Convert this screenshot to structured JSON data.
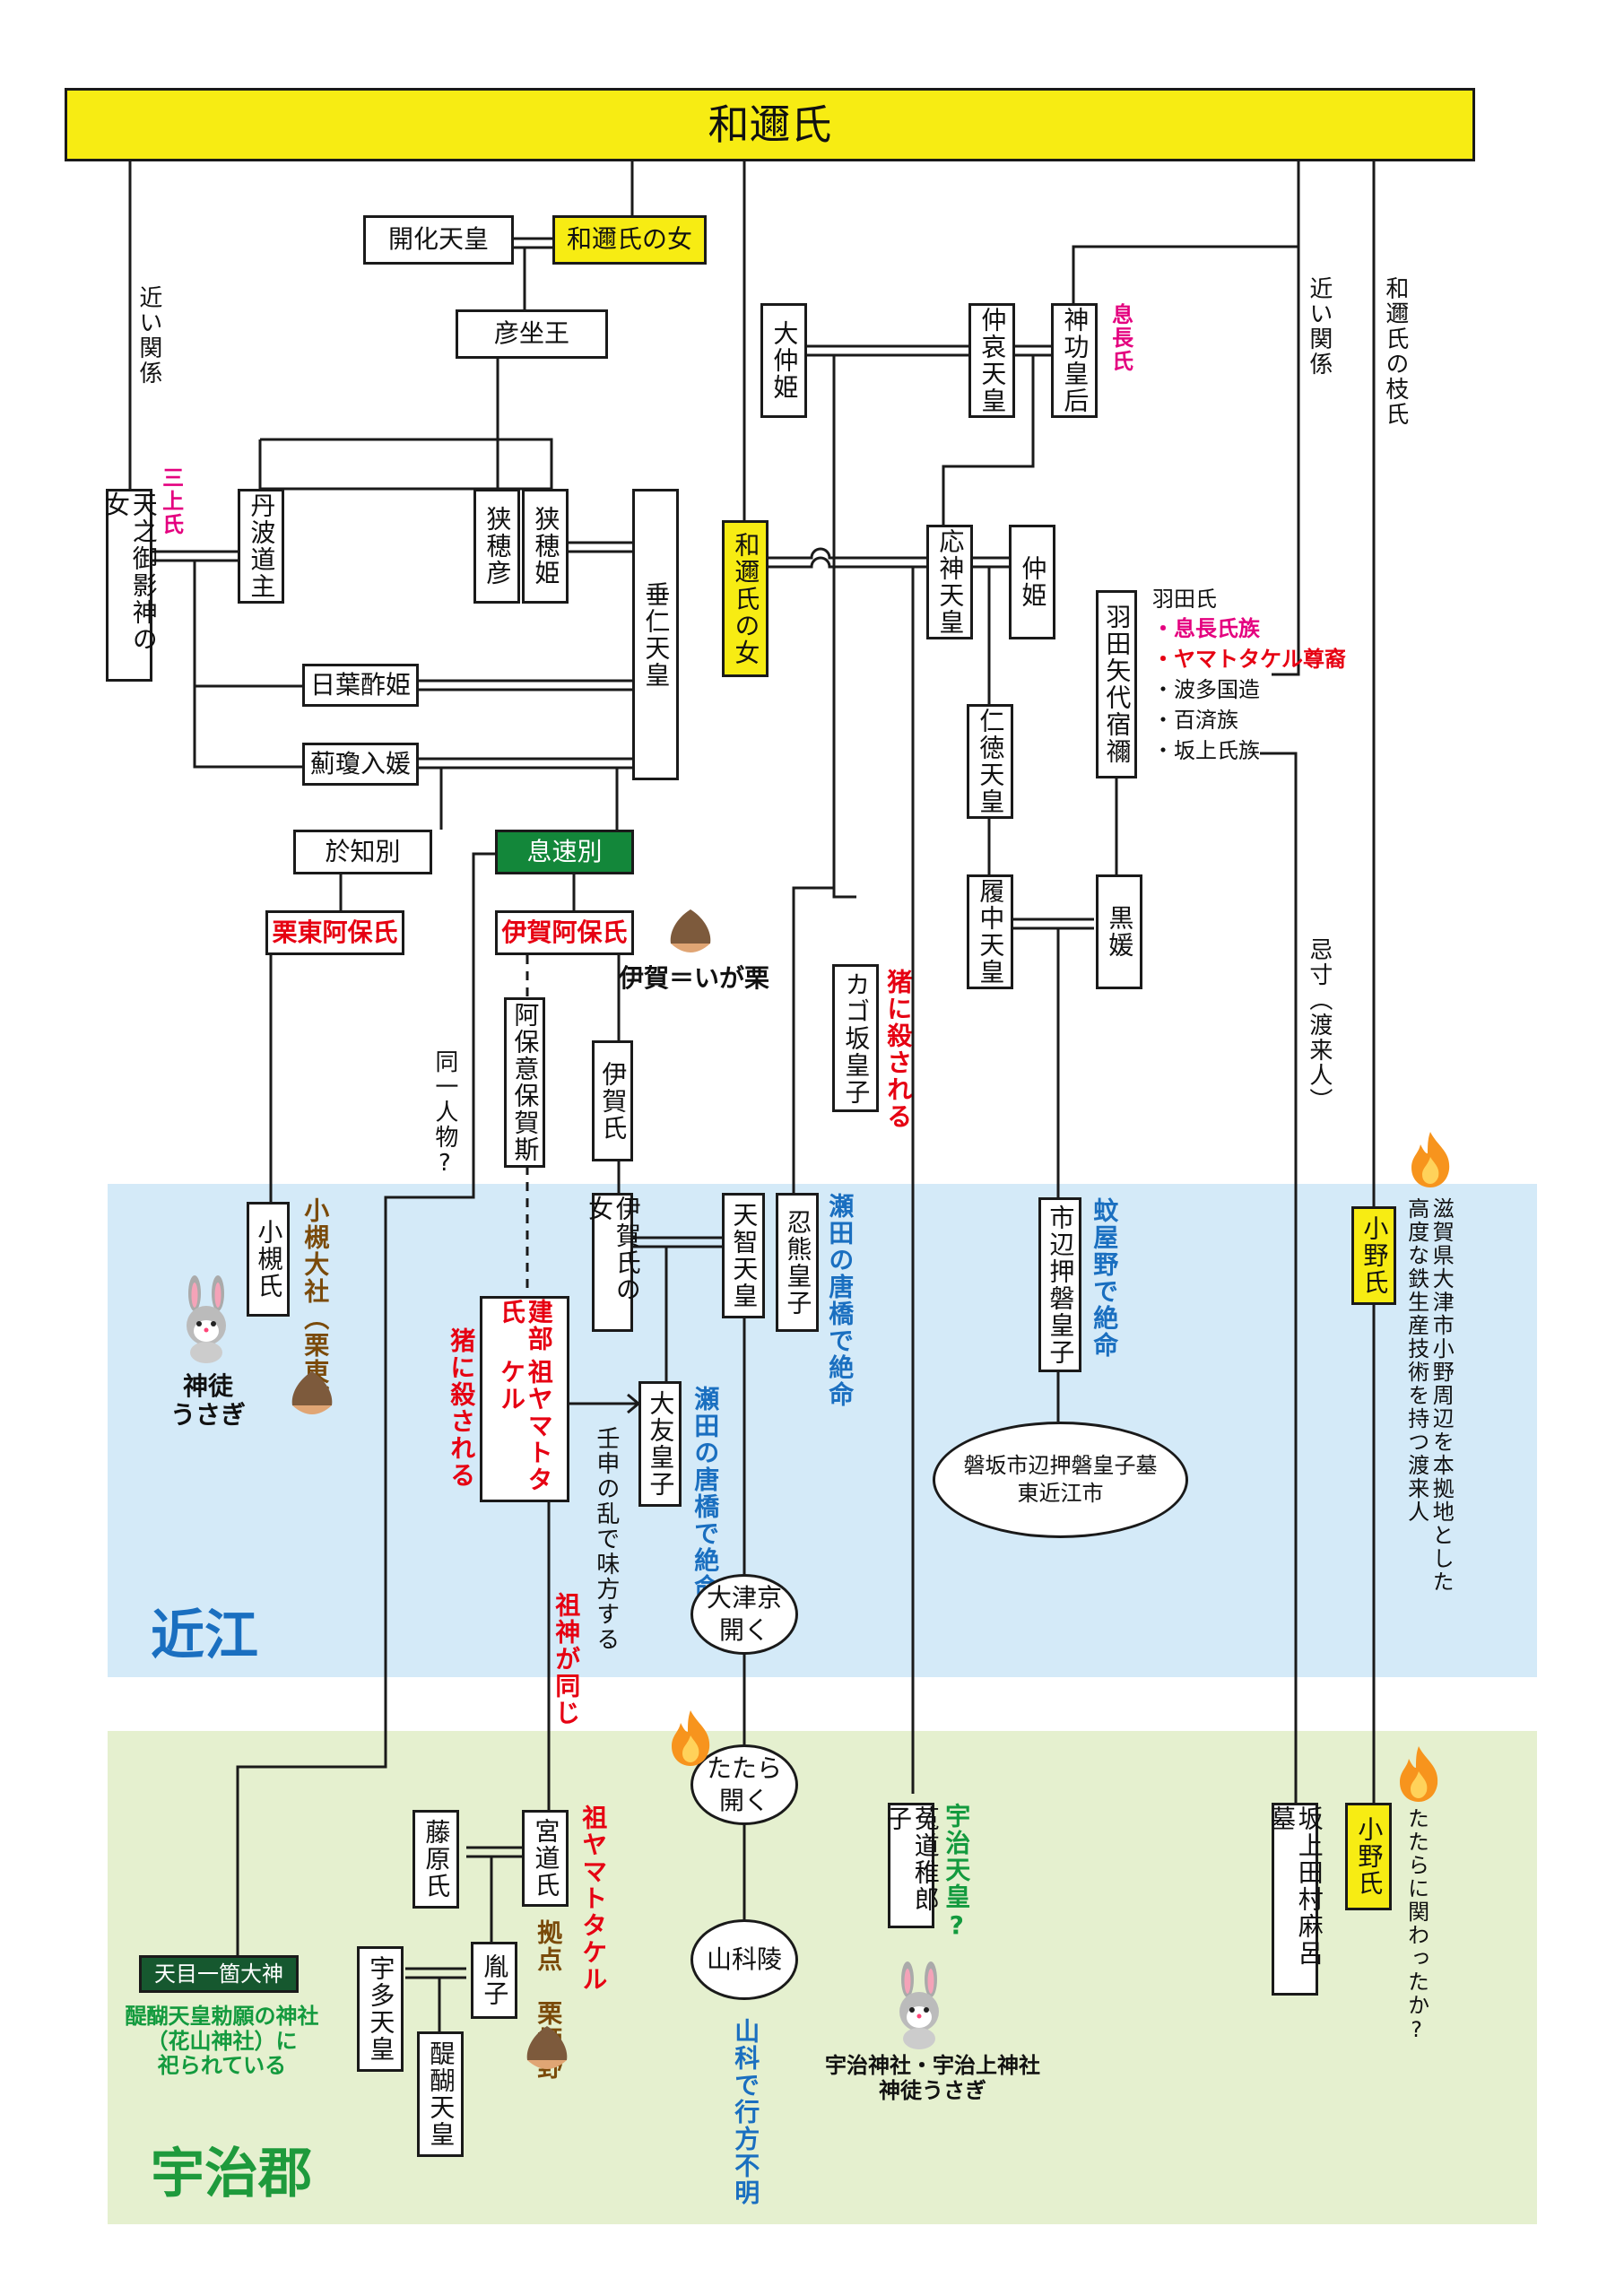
{
  "title": "和邇氏",
  "regions": {
    "omi": "近江",
    "uji": "宇治郡"
  },
  "relations": {
    "close_left": "近い関係",
    "close_right": "近い関係",
    "branch": "和邇氏の枝氏",
    "same_person": "同一人物?",
    "imiki": "忌寸（渡来人）",
    "jinshin": "壬申の乱で味方する",
    "same_ancestor": "祖神が同じ"
  },
  "nodes": {
    "kaika": "開化天皇",
    "wani_daughter1": "和邇氏の女",
    "hikoimasu": "彦坐王",
    "amenomikage": "天之御影神の女",
    "tanba": "丹波道主",
    "sahohiko": "狭穂彦",
    "sahohime": "狭穂姫",
    "suinin": "垂仁天皇",
    "hibasu": "日葉酢姫",
    "kanikamu": "薊瓊入媛",
    "ochiwake": "於知別",
    "ikihaya": "息速別",
    "kurimoto": "栗東阿保氏",
    "iga_abo": "伊賀阿保氏",
    "aboi": "阿保意保賀斯",
    "iga": "伊賀氏",
    "otsuki": "小槻氏",
    "iga_daughter": "伊賀氏の女",
    "tenji": "天智天皇",
    "oshikuma": "忍熊皇子",
    "takebe": "建部氏",
    "takebe_sub": "祖ヤマトタケル",
    "otomo": "大友皇子",
    "onakatsu": "大仲姫",
    "chuai": "仲哀天皇",
    "jingu": "神功皇后",
    "wani_daughter2": "和邇氏の女",
    "ojin": "応神天皇",
    "nakatsu": "仲姫",
    "kagosaka": "カゴ坂皇子",
    "nintoku": "仁徳天皇",
    "richu": "履中天皇",
    "hata_yashiro": "羽田矢代宿禰",
    "kurohime": "黒媛",
    "ichinobe": "市辺押磐皇子",
    "ono1": "小野氏",
    "ono2": "小野氏",
    "sakanoue": "坂上田村麻呂墓",
    "uji_waki": "菟道稚郎子",
    "fujiwara": "藤原氏",
    "miyamichi": "宮道氏",
    "inshi": "胤子",
    "uda": "宇多天皇",
    "daigo": "醍醐天皇",
    "amenomahitotsu": "天目一箇大神"
  },
  "circles": {
    "otsukyo": "大津京\n開く",
    "tatara": "たたら\n開く",
    "yamashina": "山科陵",
    "tomb": "磐坂市辺押磐皇子墓\n東近江市"
  },
  "annotations": {
    "mikami": "三上氏",
    "okinaga": "息長氏",
    "iga_chestnut": "伊賀＝いが栗",
    "kagosaka_killed": "猪に殺される",
    "takebe_killed": "猪に殺される",
    "oshikuma_death": "瀬田の唐橋で絶命",
    "otomo_death": "瀬田の唐橋で絶命",
    "ichinobe_death": "蚊屋野で絶命",
    "otsuki_shrine": "小槻大社（栗東）",
    "rabbit_left": "神徒\nうさぎ",
    "rabbit_right": "宇治神社・宇治上神社\n神徒うさぎ",
    "ono_note": "滋賀県大津市小野周辺を本拠地とした\n高度な鉄生産技術を持つ渡来人",
    "ono_tatara": "たたらに関わったか?",
    "miyamichi_note": "祖ヤマトタケル",
    "base": "拠点　栗栖野",
    "uji_emperor": "宇治天皇?",
    "yamashina_missing": "山科で行方不明",
    "daigo_shrine": "醍醐天皇勅願の神社\n（花山神社）に\n祀られている"
  },
  "hata_clan": {
    "header": "羽田氏",
    "items": [
      {
        "text": "・息長氏族",
        "color": "pink"
      },
      {
        "text": "・ヤマトタケル尊裔",
        "color": "red"
      },
      {
        "text": "・波多国造",
        "color": "black"
      },
      {
        "text": "・百済族",
        "color": "black"
      },
      {
        "text": "・坂上氏族",
        "color": "black"
      }
    ]
  },
  "colors": {
    "yellow": "#f7ec13",
    "green": "#13873a",
    "omi_bg": "#d4eaf8",
    "uji_bg": "#e5f0cf",
    "red": "#e60012",
    "pink": "#e4007f",
    "blue": "#1a6fc0"
  }
}
